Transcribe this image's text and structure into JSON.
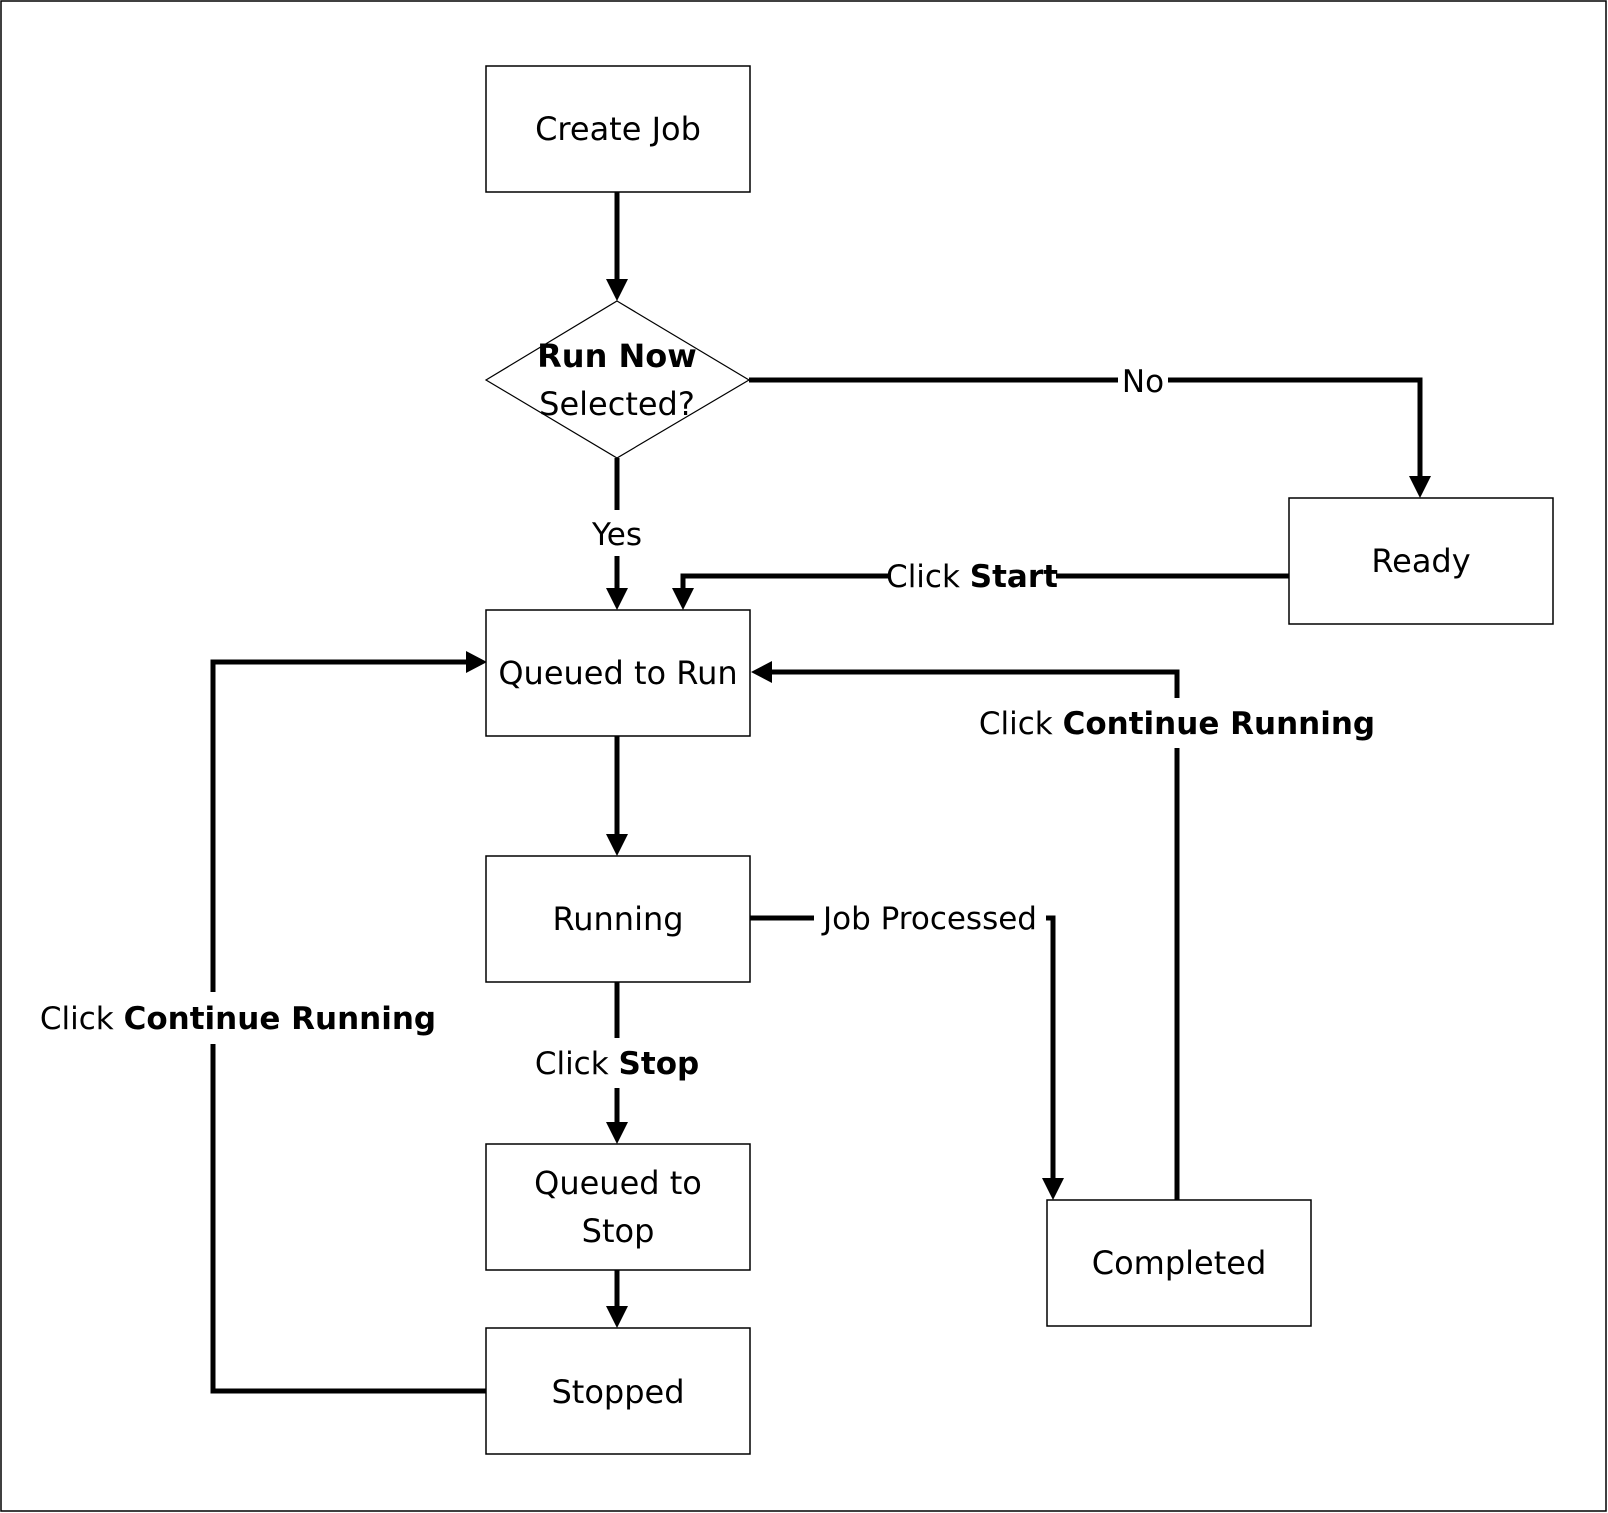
{
  "nodes": {
    "create_job": "Create Job",
    "decision_bold": "Run Now",
    "decision_rest": "Selected?",
    "ready": "Ready",
    "queued_to_run": "Queued to Run",
    "running": "Running",
    "queued_to_stop_line1": "Queued to",
    "queued_to_stop_line2": "Stop",
    "stopped": "Stopped",
    "completed": "Completed"
  },
  "edges": {
    "no": "No",
    "yes": "Yes",
    "click": "Click",
    "start": "Start",
    "stop": "Stop",
    "continue_running": "Continue Running",
    "job_processed": "Job Processed"
  },
  "colors": {
    "line": "#000000",
    "background": "#ffffff"
  }
}
